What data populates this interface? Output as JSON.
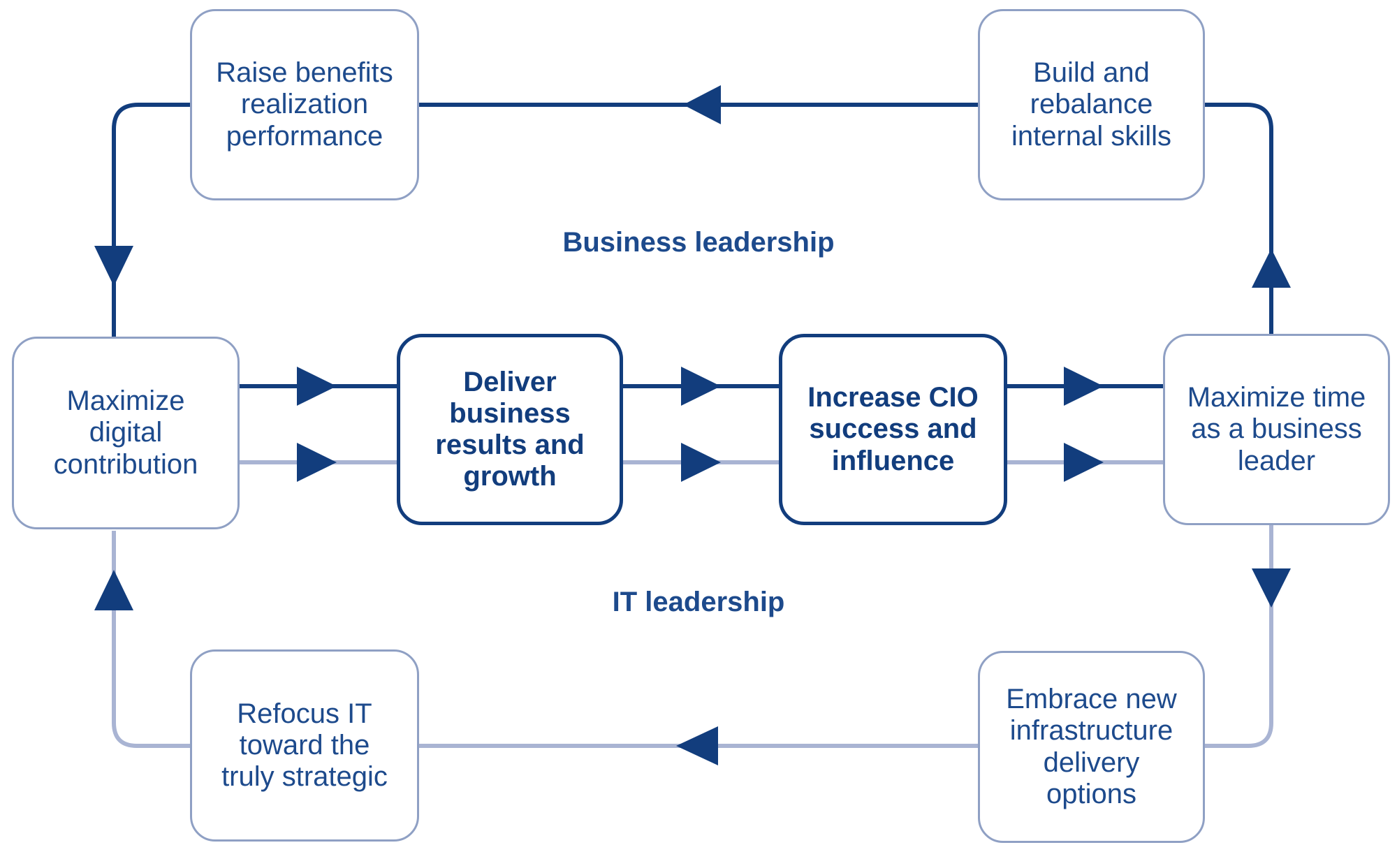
{
  "colors": {
    "dark": "#123d7d",
    "light": "#a9b4d3",
    "text": "#1d4a8c",
    "box_border": "#8fa0c4"
  },
  "section_labels": {
    "business": "Business leadership",
    "it": "IT leadership"
  },
  "nodes": {
    "raise_benefits": "Raise benefits\nrealization\nperformance",
    "build_skills": "Build and\nrebalance\ninternal skills",
    "maximize_digital": "Maximize\ndigital\ncontribution",
    "deliver_results": "Deliver\nbusiness\nresults and\ngrowth",
    "increase_cio": "Increase CIO\nsuccess and\ninfluence",
    "maximize_time": "Maximize time\nas a business\nleader",
    "refocus_it": "Refocus IT\ntoward the\ntruly strategic",
    "embrace_infra": "Embrace new\ninfrastructure\ndelivery\noptions"
  }
}
